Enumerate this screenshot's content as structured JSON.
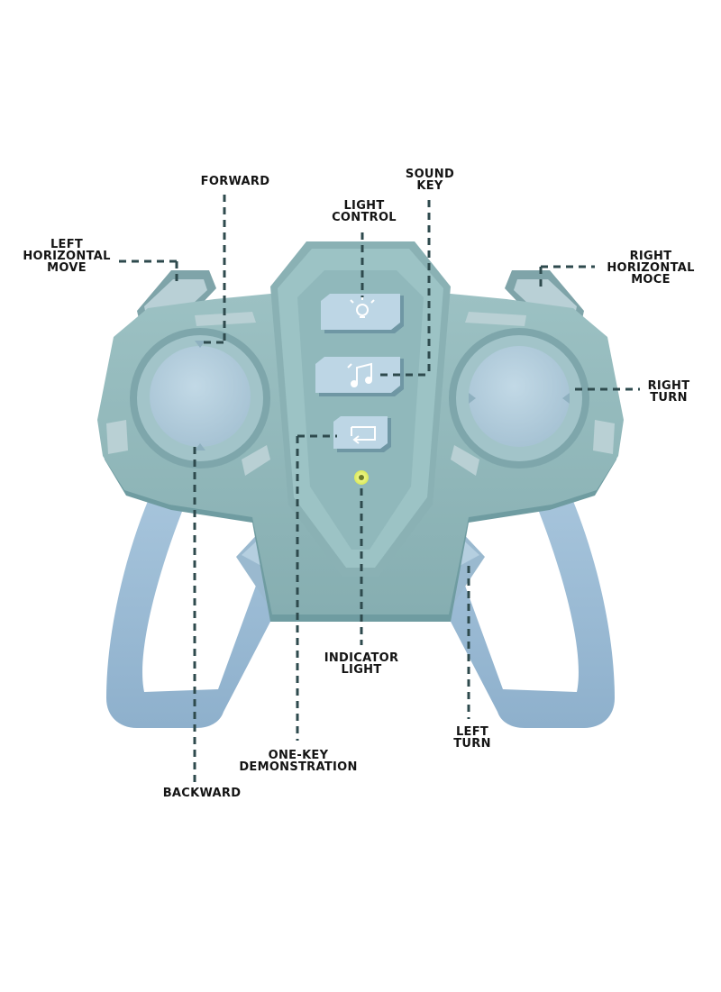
{
  "labels": {
    "forward": [
      "FORWARD"
    ],
    "sound_key": [
      "SOUND",
      "KEY"
    ],
    "light_control": [
      "LIGHT",
      "CONTROL"
    ],
    "left_horizontal_move": [
      "LEFT",
      "HORIZONTAL",
      "MOVE"
    ],
    "right_horizontal_moce": [
      "RIGHT",
      "HORIZONTAL",
      "MOCE"
    ],
    "right_turn": [
      "RIGHT",
      "TURN"
    ],
    "indicator_light": [
      "INDICATOR",
      "LIGHT"
    ],
    "left_turn": [
      "LEFT",
      "TURN"
    ],
    "one_key_demonstration": [
      "ONE-KEY",
      "DEMONSTRATION"
    ],
    "backward": [
      "BACKWARD"
    ]
  },
  "colors": {
    "body": "#8fb6b9",
    "body_shadow": "#6f9ca1",
    "body_light": "#a9cbcd",
    "grip": "#98b9d2",
    "grip_shadow": "#7ea2bf",
    "button": "#bcd6e6",
    "stick": "#b6d0df",
    "indicator": "#e8f27a",
    "leader_line": "#2e4a4d",
    "text": "#141414"
  },
  "icons": {
    "light_button": "light-bulb-icon",
    "sound_button": "music-note-icon",
    "demo_button": "demo-return-icon"
  }
}
